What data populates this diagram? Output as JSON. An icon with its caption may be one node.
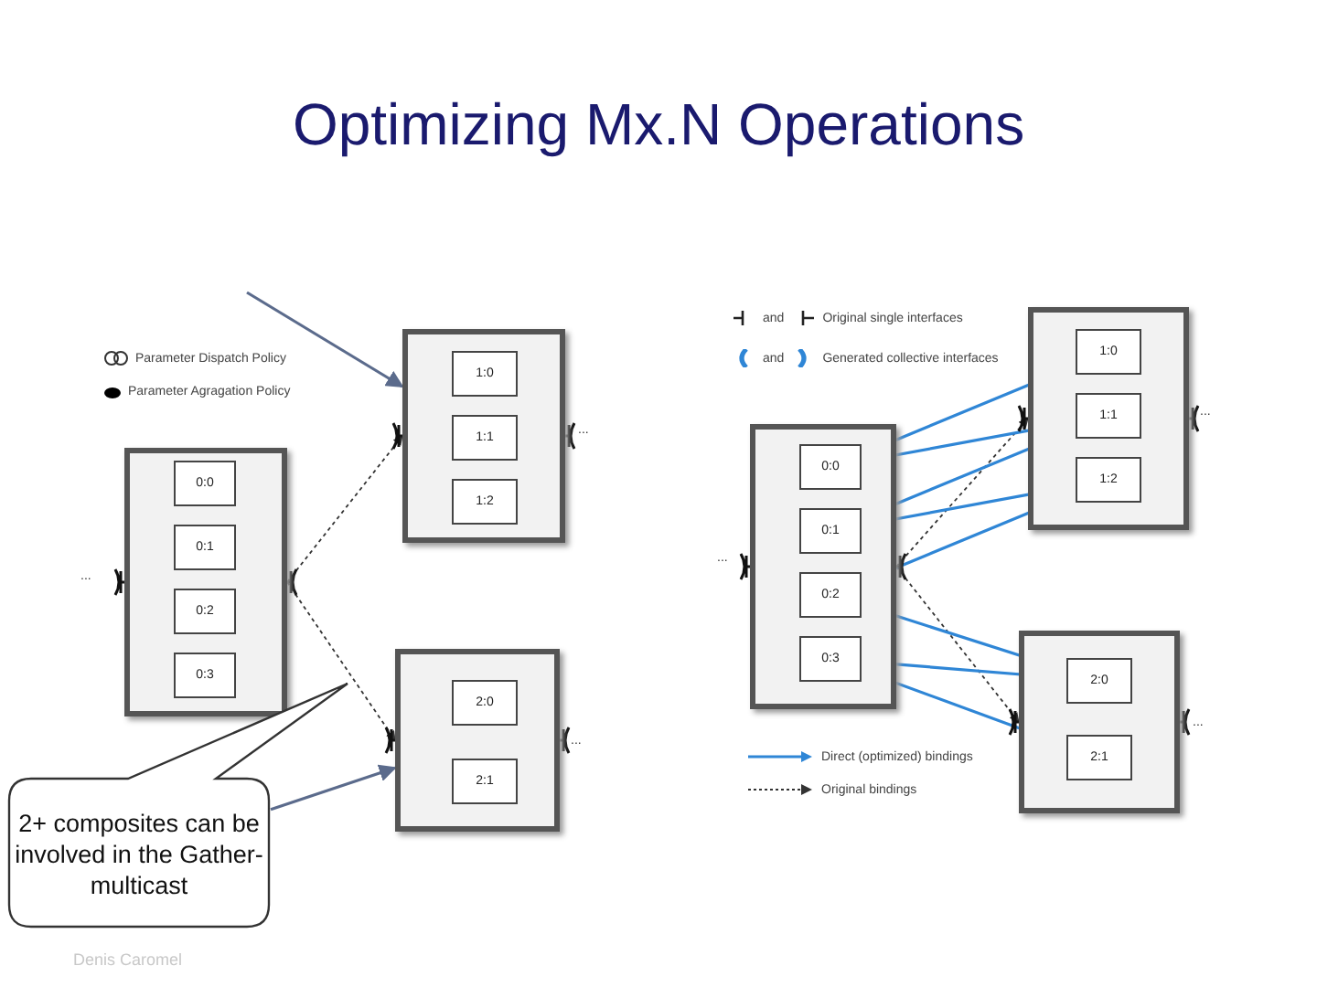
{
  "diagram": {
    "title": "Optimizing Mx.N Operations",
    "nodes": [
      {
        "text": [],
        "shape": "box"
      },
      {
        "text": [
          "0:0"
        ],
        "in": 0
      },
      {
        "text": [
          "0:1"
        ],
        "in": 0
      },
      {
        "text": [
          "0:2"
        ],
        "in": 0
      },
      {
        "text": [
          "0:3"
        ],
        "in": 0
      },
      {
        "text": [],
        "shape": "box"
      },
      {
        "text": [
          "1:0"
        ],
        "in": 5
      },
      {
        "text": [
          "1:1"
        ],
        "in": 5
      },
      {
        "text": [
          "1:2"
        ],
        "in": 5
      },
      {
        "text": [],
        "shape": "box"
      },
      {
        "text": [
          "2:0"
        ],
        "in": 9
      },
      {
        "text": [
          "2:1"
        ],
        "in": 9
      },
      {
        "text": [],
        "shape": "box"
      },
      {
        "text": [
          "0:0"
        ],
        "in": 12
      },
      {
        "text": [
          "0:1"
        ],
        "in": 12
      },
      {
        "text": [
          "0:2"
        ],
        "in": 12
      },
      {
        "text": [
          "0:3"
        ],
        "in": 12
      },
      {
        "text": [],
        "shape": "box"
      },
      {
        "text": [
          "1:0"
        ],
        "in": 17
      },
      {
        "text": [
          "1:1"
        ],
        "in": 17
      },
      {
        "text": [
          "1:2"
        ],
        "in": 17
      },
      {
        "text": [],
        "shape": "box"
      },
      {
        "text": [
          "2:0"
        ],
        "in": 21
      },
      {
        "text": [
          "2:1"
        ],
        "in": 21
      },
      {
        "text": [
          "2+ composites can be involved in the Gather-multicast"
        ]
      }
    ],
    "edges": [
      {
        "from": 0,
        "to": 5,
        "arrow": "to",
        "style": "dashed",
        "color": "#333333"
      },
      {
        "from": 0,
        "to": 9,
        "arrow": "to",
        "style": "dashed",
        "color": "#333333"
      },
      {
        "from": null,
        "to": 5,
        "arrow": "to",
        "color": "#5b6b8c"
      },
      {
        "from": 24,
        "to": 9,
        "arrow": "to",
        "color": "#5b6b8c"
      },
      {
        "from": 12,
        "to": 17,
        "arrow": "to",
        "style": "dashed",
        "color": "#333333"
      },
      {
        "from": 12,
        "to": 21,
        "arrow": "to",
        "style": "dashed",
        "color": "#333333"
      },
      {
        "from": 13,
        "to": 18,
        "arrow": "to",
        "color": "#2f86d6"
      },
      {
        "from": 13,
        "to": 19,
        "arrow": "to",
        "color": "#2f86d6"
      },
      {
        "from": 14,
        "to": 19,
        "arrow": "to",
        "color": "#2f86d6"
      },
      {
        "from": 14,
        "to": 20,
        "arrow": "to",
        "color": "#2f86d6"
      },
      {
        "from": 15,
        "to": 20,
        "arrow": "to",
        "color": "#2f86d6"
      },
      {
        "from": 15,
        "to": 22,
        "arrow": "to",
        "color": "#2f86d6"
      },
      {
        "from": 16,
        "to": 22,
        "arrow": "to",
        "color": "#2f86d6"
      },
      {
        "from": 16,
        "to": 23,
        "arrow": "to",
        "color": "#2f86d6"
      }
    ],
    "labels": [
      "...",
      "...",
      "...",
      "...",
      "...",
      "...",
      "and",
      "and",
      "Denis Caromel"
    ],
    "legend": [
      {
        "text": "Parameter Dispatch Policy"
      },
      {
        "text": "Parameter Agragation Policy",
        "color": "#000000"
      },
      {
        "text": "Original single interfaces"
      },
      {
        "text": "Generated collective interfaces"
      },
      {
        "text": "Direct (optimized) bindings"
      },
      {
        "text": "Original bindings"
      }
    ]
  }
}
